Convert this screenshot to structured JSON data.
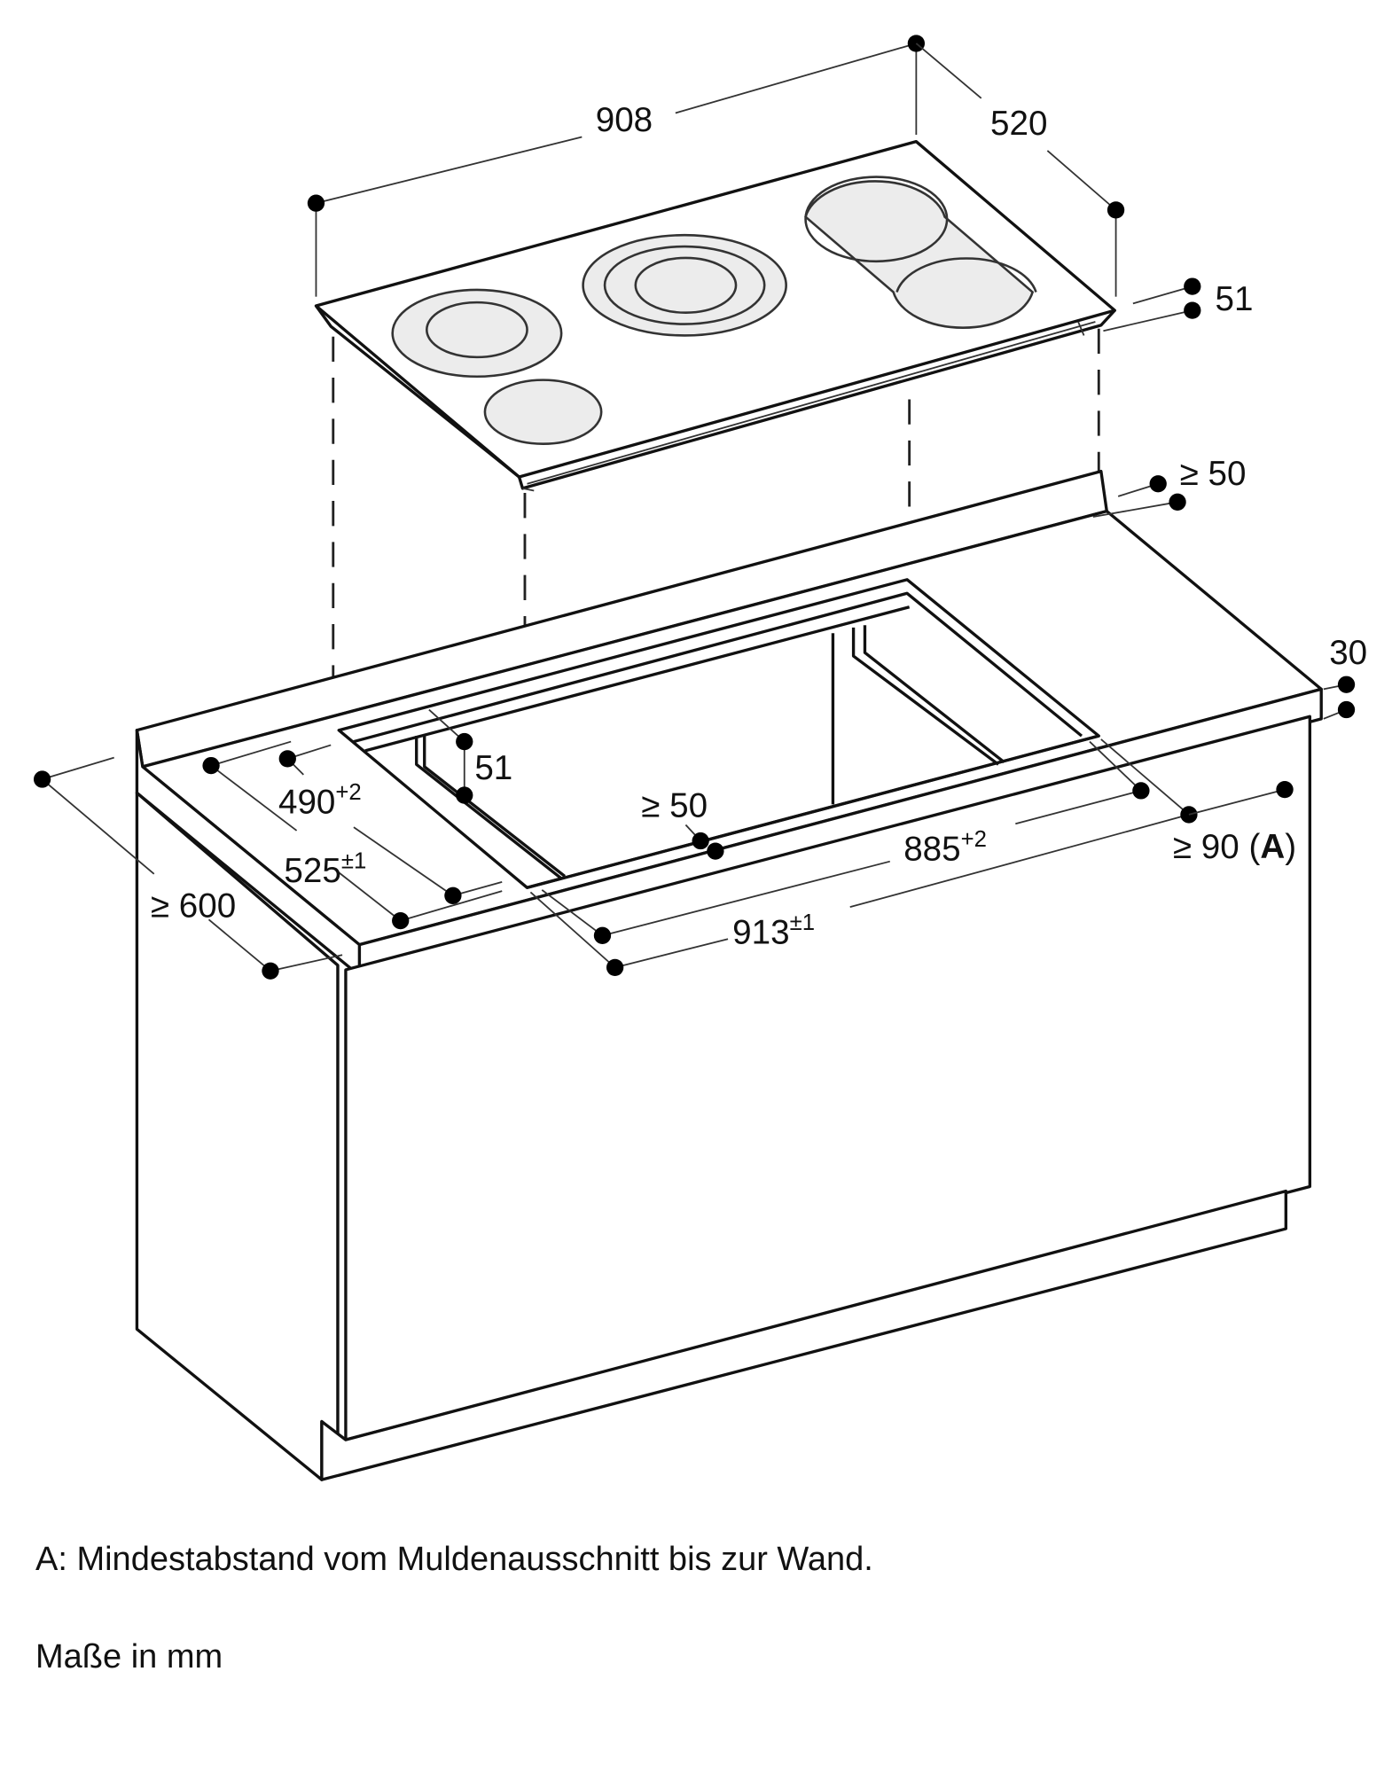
{
  "title": "Einbaumaße Kochfeld",
  "dimensions": {
    "hob_width": "908",
    "hob_depth": "520",
    "hob_height": "51",
    "wall_clearance_back": "≥ 50",
    "countertop_thickness": "30",
    "cutout_depth": {
      "value": "490",
      "tolerance": "+2"
    },
    "cutout_depth_outer": {
      "value": "525",
      "tolerance": "±1"
    },
    "inner_height": "51",
    "front_clearance": "≥ 50",
    "cutout_width": {
      "value": "885",
      "tolerance": "+2"
    },
    "cutout_width_outer": {
      "value": "913",
      "tolerance": "±1"
    },
    "side_clearance": {
      "value": "≥ 90",
      "note": "A"
    },
    "worktop_depth": "≥ 600"
  },
  "captions": {
    "note": "A: Mindestabstand vom Muldenausschnitt bis zur Wand.",
    "units": "Maße in mm"
  }
}
